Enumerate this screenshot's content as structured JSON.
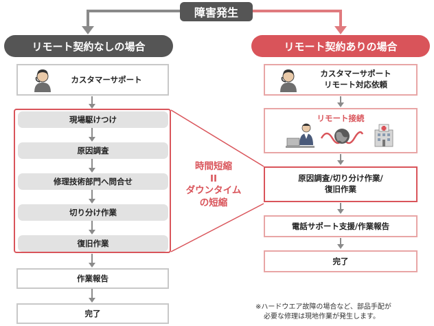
{
  "top": {
    "title": "障害発生"
  },
  "left": {
    "header": "リモート契約なしの場合",
    "customer_support": "カスタマーサポート",
    "steps": [
      "現場駆けつけ",
      "原因調査",
      "修理技術部門へ問合せ",
      "切り分け作業",
      "復旧作業"
    ],
    "report": "作業報告",
    "done": "完了"
  },
  "right": {
    "header": "リモート契約ありの場合",
    "customer_support_line1": "カスタマーサポート",
    "customer_support_line2": "リモート対応依頼",
    "remote_connect": "リモート接続",
    "investigation_line1": "原因調査/切り分け作業/",
    "investigation_line2": "復旧作業",
    "phone_support": "電話サポート支援/作業報告",
    "done": "完了"
  },
  "middle": {
    "line1": "時間短縮",
    "line2": "II",
    "line3": "ダウンタイム",
    "line4": "の短縮"
  },
  "note": {
    "line1": "※ハードウエア故障の場合など、部品手配が",
    "line2": "必要な修理は現地作業が発生します。"
  },
  "colors": {
    "accent_red": "#d9545a",
    "dark_gray": "#555555",
    "light_gray": "#e2e2e2"
  }
}
